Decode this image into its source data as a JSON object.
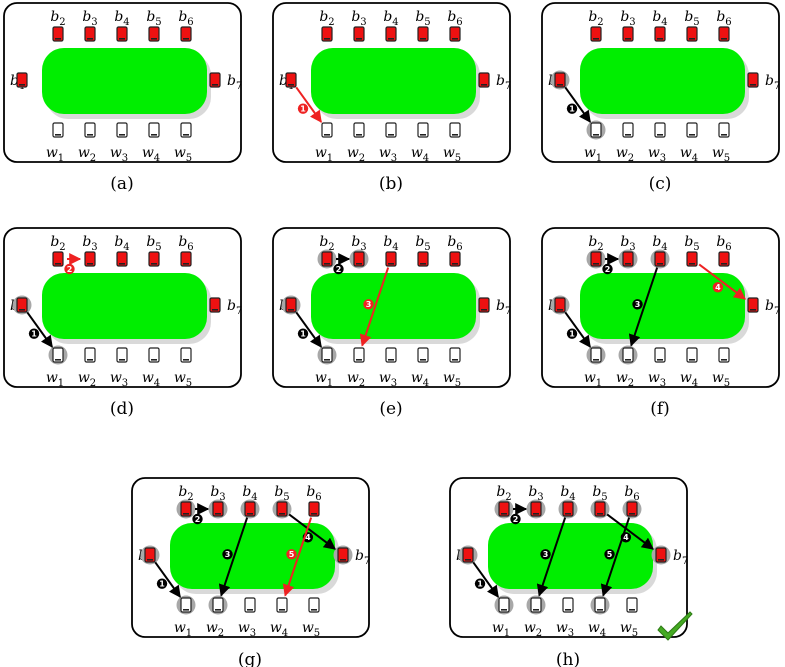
{
  "colors": {
    "table": "#00ee00",
    "table_shadow": "#d9d9d9",
    "phone_bad": "#ee1111",
    "matched_circle": "#a8a8a8",
    "arrow_done": "#000000",
    "arrow_current": "#ee2222",
    "check": "#44aa22"
  },
  "icons": {
    "black_phone": "phone-icon",
    "white_phone": "phone-outline-icon",
    "done": "checkmark-icon"
  },
  "black_labels": [
    {
      "base": "b",
      "sub": "1"
    },
    {
      "base": "b",
      "sub": "2"
    },
    {
      "base": "b",
      "sub": "3"
    },
    {
      "base": "b",
      "sub": "4"
    },
    {
      "base": "b",
      "sub": "5"
    },
    {
      "base": "b",
      "sub": "6"
    },
    {
      "base": "b",
      "sub": "7"
    }
  ],
  "white_labels": [
    {
      "base": "w",
      "sub": "1"
    },
    {
      "base": "w",
      "sub": "2"
    },
    {
      "base": "w",
      "sub": "3"
    },
    {
      "base": "w",
      "sub": "4"
    },
    {
      "base": "w",
      "sub": "5"
    }
  ],
  "panels": [
    {
      "caption": "(a)",
      "matched_b": [],
      "matched_w": [],
      "edges": [],
      "check": false
    },
    {
      "caption": "(b)",
      "matched_b": [],
      "matched_w": [],
      "edges": [
        {
          "step": "1",
          "from": "b1",
          "to": "w1",
          "current": true
        }
      ],
      "check": false
    },
    {
      "caption": "(c)",
      "matched_b": [
        "b1"
      ],
      "matched_w": [
        "w1"
      ],
      "edges": [
        {
          "step": "1",
          "from": "b1",
          "to": "w1",
          "current": false
        }
      ],
      "check": false
    },
    {
      "caption": "(d)",
      "matched_b": [
        "b1"
      ],
      "matched_w": [
        "w1"
      ],
      "edges": [
        {
          "step": "1",
          "from": "b1",
          "to": "w1",
          "current": false
        },
        {
          "step": "2",
          "from": "b2",
          "to": "b3",
          "current": true
        }
      ],
      "check": false
    },
    {
      "caption": "(e)",
      "matched_b": [
        "b1",
        "b2",
        "b3"
      ],
      "matched_w": [
        "w1"
      ],
      "edges": [
        {
          "step": "1",
          "from": "b1",
          "to": "w1",
          "current": false
        },
        {
          "step": "2",
          "from": "b2",
          "to": "b3",
          "current": false
        },
        {
          "step": "3",
          "from": "b4",
          "to": "w2",
          "current": true
        }
      ],
      "check": false
    },
    {
      "caption": "(f)",
      "matched_b": [
        "b1",
        "b2",
        "b3",
        "b4"
      ],
      "matched_w": [
        "w1",
        "w2"
      ],
      "edges": [
        {
          "step": "1",
          "from": "b1",
          "to": "w1",
          "current": false
        },
        {
          "step": "2",
          "from": "b2",
          "to": "b3",
          "current": false
        },
        {
          "step": "3",
          "from": "b4",
          "to": "w2",
          "current": false
        },
        {
          "step": "4",
          "from": "b5",
          "to": "b7",
          "current": true
        }
      ],
      "check": false
    },
    {
      "caption": "(g)",
      "matched_b": [
        "b1",
        "b2",
        "b3",
        "b4",
        "b5",
        "b7"
      ],
      "matched_w": [
        "w1",
        "w2"
      ],
      "edges": [
        {
          "step": "1",
          "from": "b1",
          "to": "w1",
          "current": false
        },
        {
          "step": "2",
          "from": "b2",
          "to": "b3",
          "current": false
        },
        {
          "step": "3",
          "from": "b4",
          "to": "w2",
          "current": false
        },
        {
          "step": "4",
          "from": "b5",
          "to": "b7",
          "current": false
        },
        {
          "step": "5",
          "from": "b6",
          "to": "w4",
          "current": true
        }
      ],
      "check": false
    },
    {
      "caption": "(h)",
      "matched_b": [
        "b1",
        "b2",
        "b3",
        "b4",
        "b5",
        "b6",
        "b7"
      ],
      "matched_w": [
        "w1",
        "w2",
        "w4"
      ],
      "edges": [
        {
          "step": "1",
          "from": "b1",
          "to": "w1",
          "current": false
        },
        {
          "step": "2",
          "from": "b2",
          "to": "b3",
          "current": false
        },
        {
          "step": "3",
          "from": "b4",
          "to": "w2",
          "current": false
        },
        {
          "step": "4",
          "from": "b5",
          "to": "b7",
          "current": false
        },
        {
          "step": "5",
          "from": "b6",
          "to": "w4",
          "current": false
        }
      ],
      "check": true
    }
  ]
}
